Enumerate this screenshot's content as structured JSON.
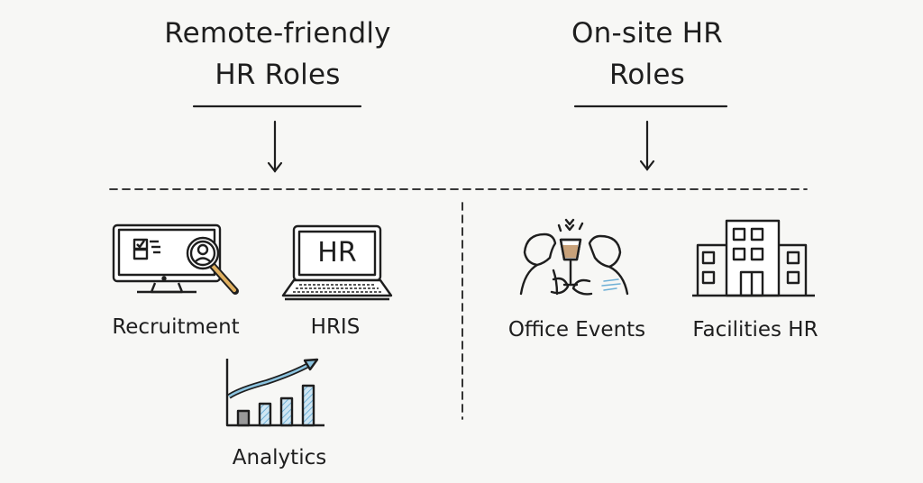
{
  "columns": {
    "remote": {
      "title_line1": "Remote-friendly",
      "title_line2": "HR Roles",
      "items": [
        {
          "label": "Recruitment",
          "icon": "monitor-magnifier-icon"
        },
        {
          "label": "HRIS",
          "icon": "laptop-icon",
          "screen_text": "HR"
        },
        {
          "label": "Analytics",
          "icon": "bar-chart-trend-icon"
        }
      ]
    },
    "onsite": {
      "title_line1": "On-site HR",
      "title_line2": "Roles",
      "items": [
        {
          "label": "Office Events",
          "icon": "people-toasting-icon"
        },
        {
          "label": "Facilities HR",
          "icon": "building-icon"
        }
      ]
    }
  },
  "colors": {
    "ink": "#1e1e1e",
    "accent_blue": "#8cc4e0",
    "handle": "#e0b060",
    "background": "#f7f7f5"
  }
}
